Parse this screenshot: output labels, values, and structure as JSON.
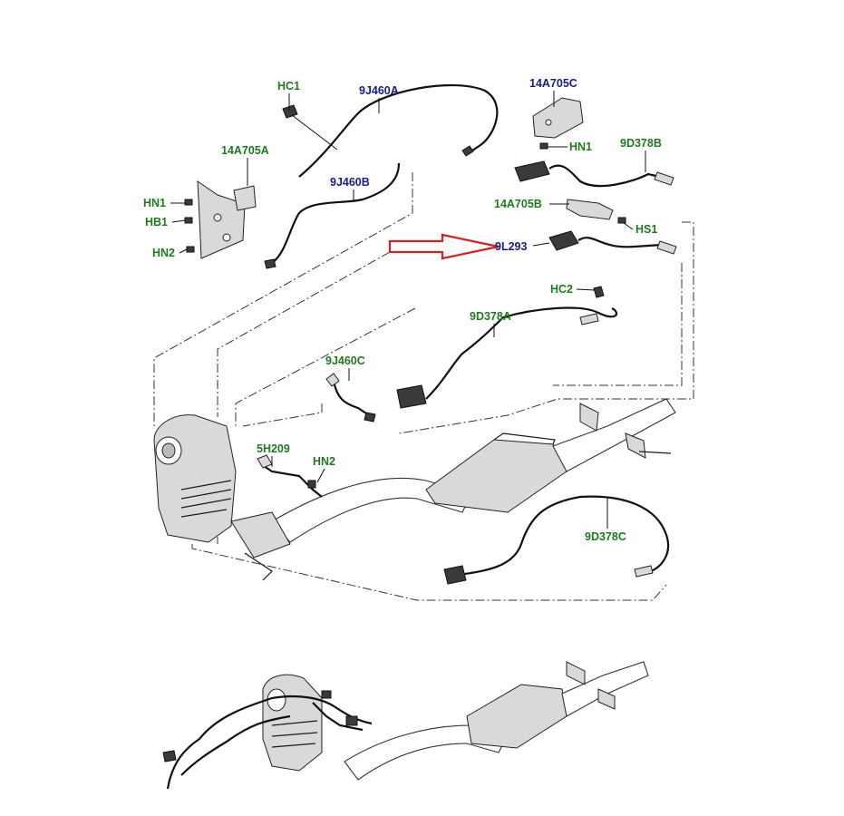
{
  "colors": {
    "green_label": "#1f7a1f",
    "blue_label": "#1a1a8c",
    "arrow": "#d42020"
  },
  "labels": {
    "hc1": "HC1",
    "j460a": "9J460A",
    "a705c": "14A705C",
    "hn1_top": "HN1",
    "d378b": "9D378B",
    "a705a": "14A705A",
    "j460b": "9J460B",
    "hn1_left": "HN1",
    "hb1": "HB1",
    "hn2_left": "HN2",
    "a705b": "14A705B",
    "hs1": "HS1",
    "l293": "9L293",
    "hc2": "HC2",
    "d378a": "9D378A",
    "j460c": "9J460C",
    "h209": "5H209",
    "hn2_mid": "HN2",
    "d378c": "9D378C"
  },
  "highlight": {
    "icon": "arrow-right-icon",
    "target": "9L293"
  }
}
